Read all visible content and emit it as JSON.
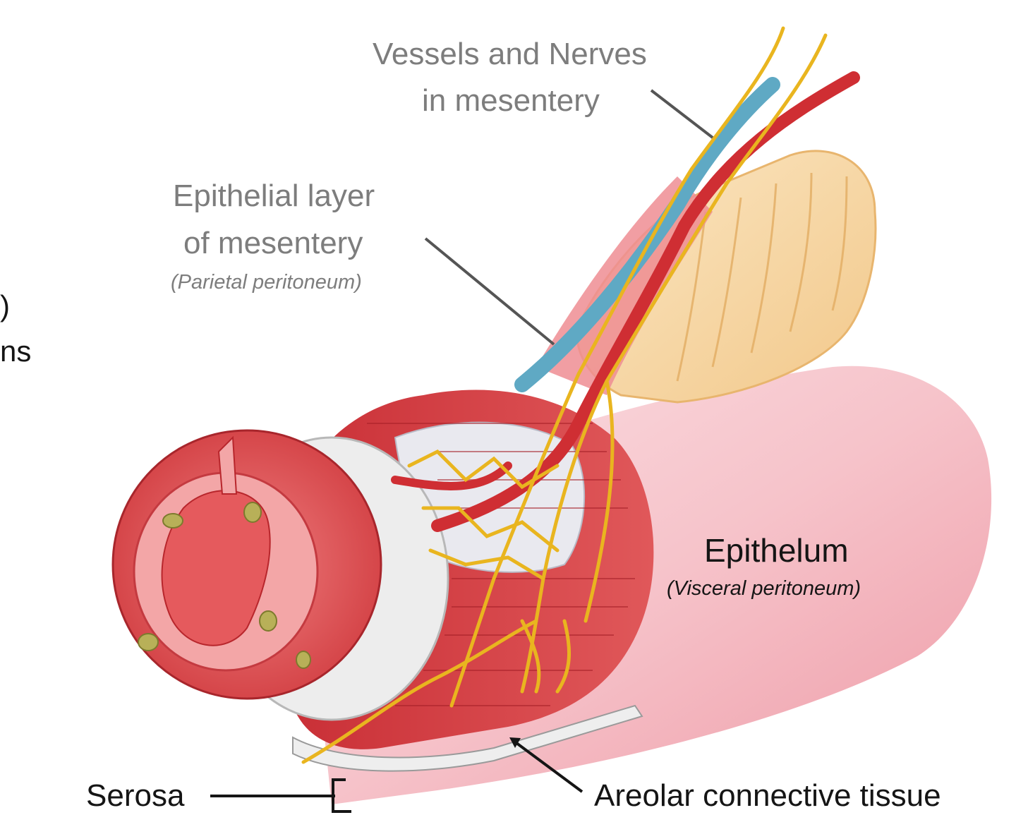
{
  "colors": {
    "label_gray": "#7d7d7d",
    "label_dark": "#151515",
    "muscle": "#d63a3a",
    "muscle_dark": "#b5222b",
    "nerve": "#e9b51f",
    "vein": "#5fa9c4",
    "fat": "#f6d39c",
    "serosa_pink": "#f7c9cf",
    "areolar_white": "#eeeeee"
  },
  "left_clipped": {
    "line1": ")",
    "line2": "ns"
  },
  "labels": {
    "vessels_line1": "Vessels and Nerves",
    "vessels_line2": "in mesentery",
    "mesentery_line1": "Epithelial layer",
    "mesentery_line2": "of mesentery",
    "mesentery_sub": "(Parietal peritoneum)",
    "epithelium": "Epithelum",
    "epithelium_sub": "(Visceral peritoneum)",
    "serosa": "Serosa",
    "areolar": "Areolar connective tissue"
  }
}
